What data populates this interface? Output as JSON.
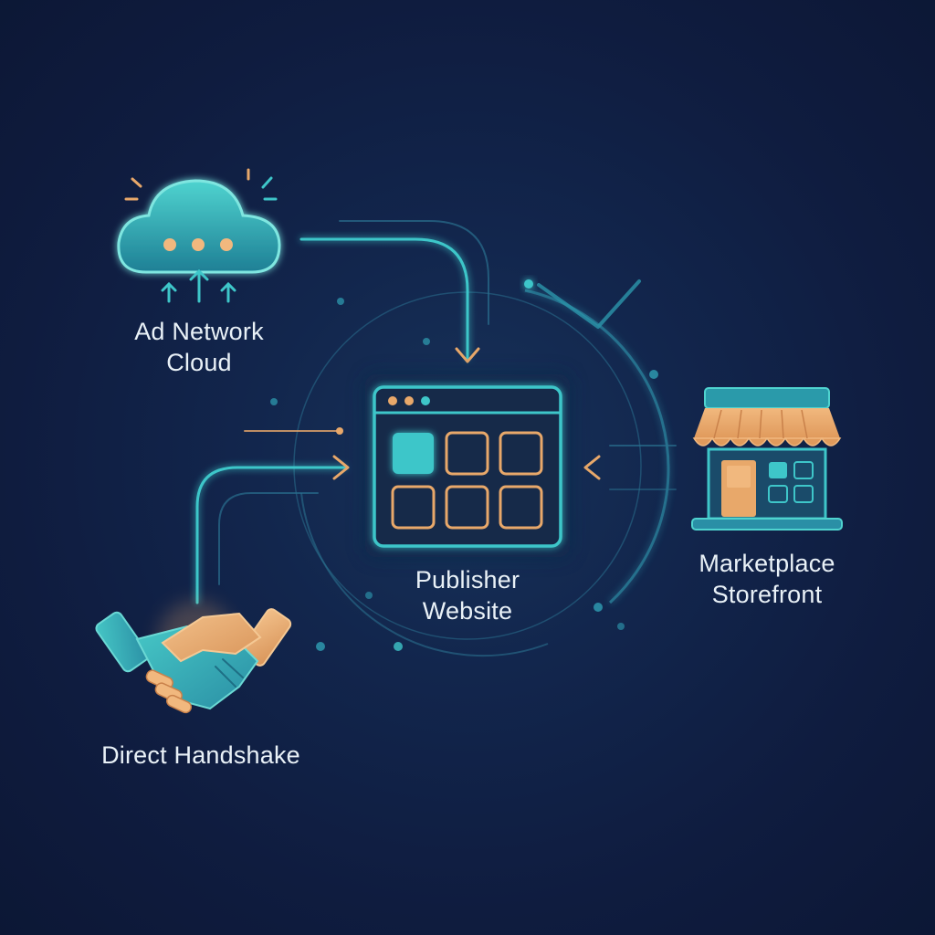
{
  "nodes": {
    "ad_network": {
      "label_line1": "Ad Network",
      "label_line2": "Cloud",
      "icon": "cloud-icon"
    },
    "publisher": {
      "label_line1": "Publisher",
      "label_line2": "Website",
      "icon": "browser-window-icon"
    },
    "marketplace": {
      "label_line1": "Marketplace",
      "label_line2": "Storefront",
      "icon": "storefront-icon"
    },
    "direct": {
      "label": "Direct Handshake",
      "icon": "handshake-icon"
    }
  },
  "colors": {
    "background": "#0f1c3f",
    "teal": "#3ec6c9",
    "teal_soft": "#2a8fa6",
    "orange": "#e8a86a",
    "text": "#e9f1f7"
  }
}
